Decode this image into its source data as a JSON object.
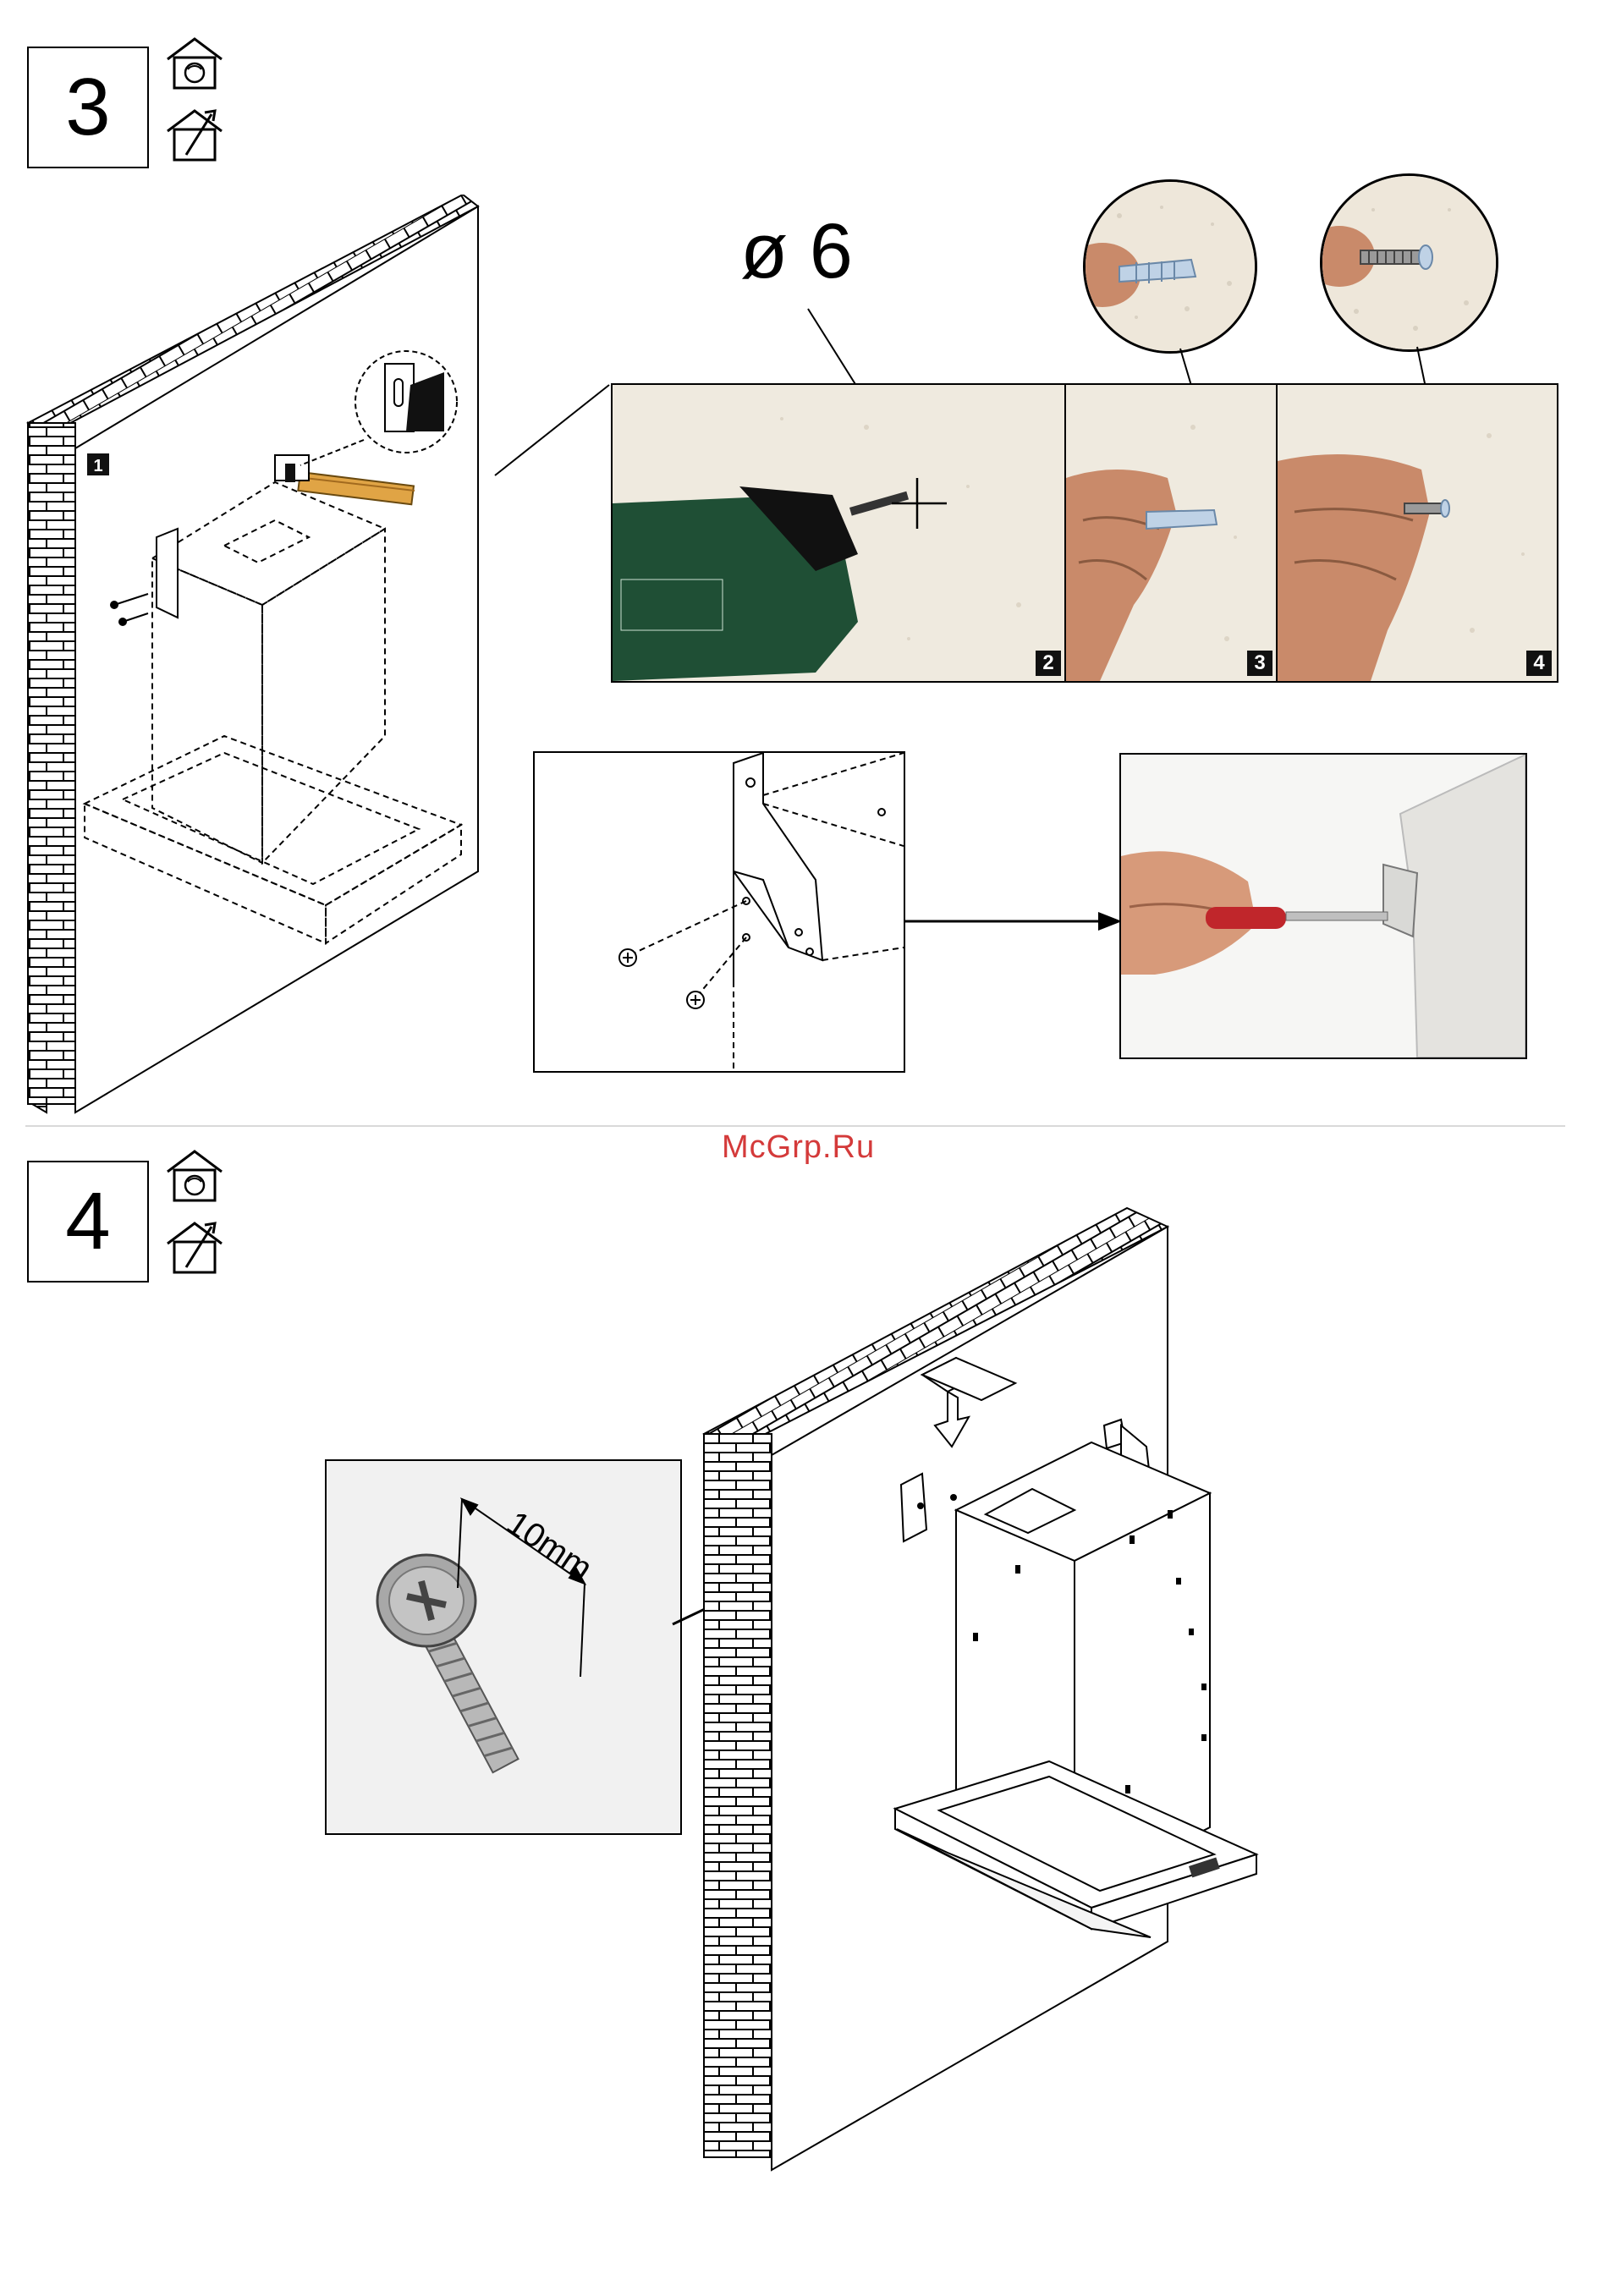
{
  "step3": {
    "number": "3",
    "icons": [
      "home-ventilation-icon",
      "home-exhaust-icon"
    ],
    "badges": [
      "1",
      "2",
      "3",
      "4"
    ],
    "drill_diameter": "ø 6"
  },
  "step4": {
    "number": "4",
    "icons": [
      "home-ventilation-icon",
      "home-exhaust-icon"
    ],
    "screw_length": "10mm"
  },
  "watermark": "McGrp.Ru",
  "colors": {
    "line": "#000000",
    "hammer_handle": "#e0a445",
    "drill_body": "#1f4f35",
    "wall_paint": "#efeadf",
    "skin": "#c98a6a",
    "screwdriver_handle": "#c0262b",
    "watermark": "#d43a3a"
  }
}
